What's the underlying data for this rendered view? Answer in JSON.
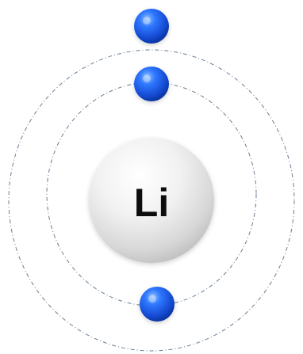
{
  "atom": {
    "nucleus_symbol": "Li",
    "shells": [
      {
        "electrons": 2
      },
      {
        "electrons": 1
      }
    ],
    "colors": {
      "electron": "#1f5fe0",
      "nucleus": "#e9e9e9",
      "orbit": "#5a6f86"
    }
  }
}
